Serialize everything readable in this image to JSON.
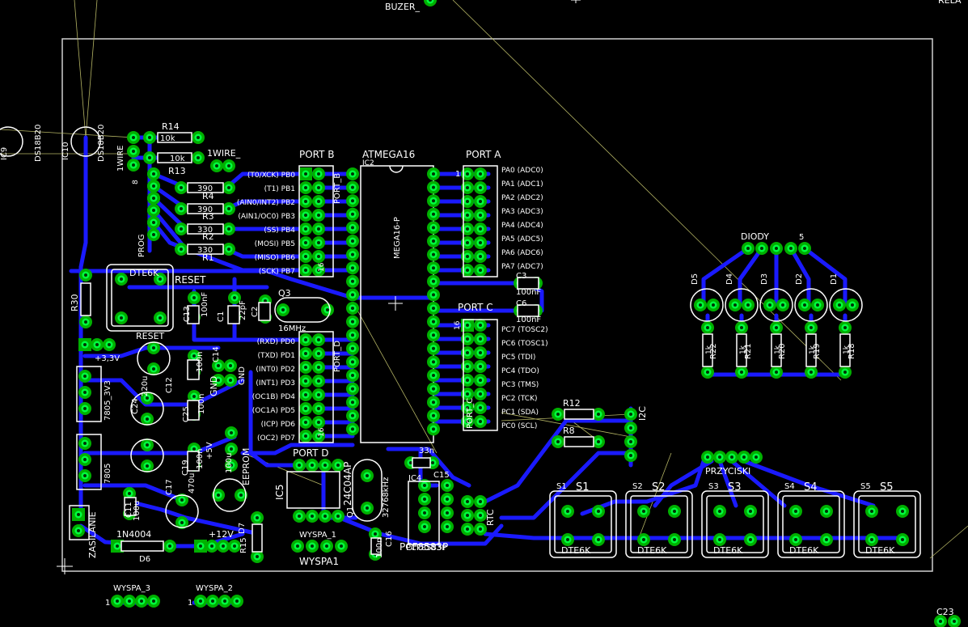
{
  "colors": {
    "background": "#000000",
    "trace": "#1a1aff",
    "pad_outer": "#00c000",
    "pad_inner": "#00ff00",
    "drill": "#003300",
    "silk": "#ffffff",
    "ratsnest": "#b4b464",
    "outline": "#d0d0d0"
  },
  "labels": {
    "buzer": "BUZER_",
    "top_right": "RELA",
    "port_b": "PORT B",
    "port_a": "PORT A",
    "port_c": "PORT C",
    "port_d": "PORT D",
    "port_b_v": "PORT_B",
    "port_c_v": "PORT_C",
    "port_d_v": "PORT_D",
    "atmega": "ATMEGA16",
    "ic2": "IC2",
    "atmega_p": "MEGA16-P",
    "r14": "R14",
    "r13": "R13",
    "r4": "R4",
    "r3": "R3",
    "r2": "R2",
    "r1": "R1",
    "r30": "R30",
    "onewire": "1WIRE",
    "onewire_": "1WIRE_",
    "prog": "PROG",
    "ic9": "IC9",
    "ic10": "IC10",
    "ds_a": "DS18B20",
    "ds_b": "DS18B20",
    "val_10k_a": "10k",
    "val_10k_b": "10k",
    "val_390_a": "390",
    "val_390_b": "390",
    "val_330_a": "330",
    "val_330_b": "330",
    "dte6k_reset": "DTE6K",
    "reset": "RESET",
    "reset2": "RESET",
    "q3": "Q3",
    "mhz": "16MHz",
    "c13": "C13",
    "c1": "C1",
    "c2": "C2",
    "v100nf_a": "100nF",
    "v22pf": "22pF",
    "v33v": "+3,3V",
    "c24": "C24",
    "c12": "C12",
    "c25": "C25",
    "c14": "C14",
    "v220u": "220u",
    "v100n_a": "100n",
    "v100n_b": "100n",
    "gnd": "GND",
    "gnd2": "GND",
    "reg3v3": "7805_3V3",
    "reg5v": "7805",
    "c11": "C11",
    "c17": "C17",
    "c19": "C19",
    "v100u": "100u",
    "v470u": "470u",
    "v12": "+12V",
    "v5": "+5V",
    "v100u2": "100u",
    "eeprom": "EEPROM",
    "ic5": "IC5",
    "ic5_part": "24C04AP",
    "q1": "Q1",
    "khz": "32768kHz",
    "c15": "C15",
    "v33n": "33n",
    "ic4": "IC4",
    "pcf": "PCF8583P",
    "pcf2": "PCF8583P",
    "rtc": "RTC",
    "c16": "C16",
    "v100n_c": "100n",
    "wyspa1_top": "WYSPA_1",
    "wyspa1": "WYSPA1",
    "wyspa3": "WYSPA_3",
    "wyspa2": "WYSPA_2",
    "zasilanie": "ZASILANIE",
    "n1n4004": "1N4004",
    "d6": "D6",
    "d7": "D7",
    "r15": "R15",
    "r12": "R12",
    "r8": "R8",
    "i2c": "I2C",
    "c3": "C3",
    "c6": "C6",
    "v100nf_b": "100nF",
    "v100nf_c": "100nF",
    "diody": "DIODY",
    "d5": "D5",
    "d4": "D4",
    "d3": "D3",
    "d2": "D2",
    "d1": "D1",
    "r22": "R22",
    "r21": "R21",
    "r20": "R20",
    "r19": "R19",
    "r18": "R18",
    "v1k": "1k",
    "przyciski": "PRZYCISKI",
    "s1": "S1",
    "s2": "S2",
    "s3": "S3",
    "s4": "S4",
    "s5": "S5",
    "dte6k": "DTE6K",
    "c23": "C23",
    "one": "1",
    "five": "5",
    "sixteen": "16",
    "eight": "8"
  },
  "port_b_pins": [
    "(T0/XCK) PB0",
    "(T1) PB1",
    "(AIN0/INT2) PB2",
    "(AIN1/OC0) PB3",
    "(SS) PB4",
    "(MOSI) PB5",
    "(MISO) PB6",
    "(SCK) PB7"
  ],
  "port_a_pins": [
    "PA0 (ADC0)",
    "PA1 (ADC1)",
    "PA2 (ADC2)",
    "PA3 (ADC3)",
    "PA4 (ADC4)",
    "PA5 (ADC5)",
    "PA6 (ADC6)",
    "PA7 (ADC7)"
  ],
  "port_c_pins": [
    "PC7 (TOSC2)",
    "PC6 (TOSC1)",
    "PC5 (TDI)",
    "PC4 (TDO)",
    "PC3 (TMS)",
    "PC2 (TCK)",
    "PC1 (SDA)",
    "PC0 (SCL)"
  ],
  "port_d_pins": [
    "(RXD) PD0",
    "(TXD) PD1",
    "(INT0) PD2",
    "(INT1) PD3",
    "(OC1B) PD4",
    "(OC1A) PD5",
    "(ICP) PD6",
    "(OC2) PD7"
  ]
}
